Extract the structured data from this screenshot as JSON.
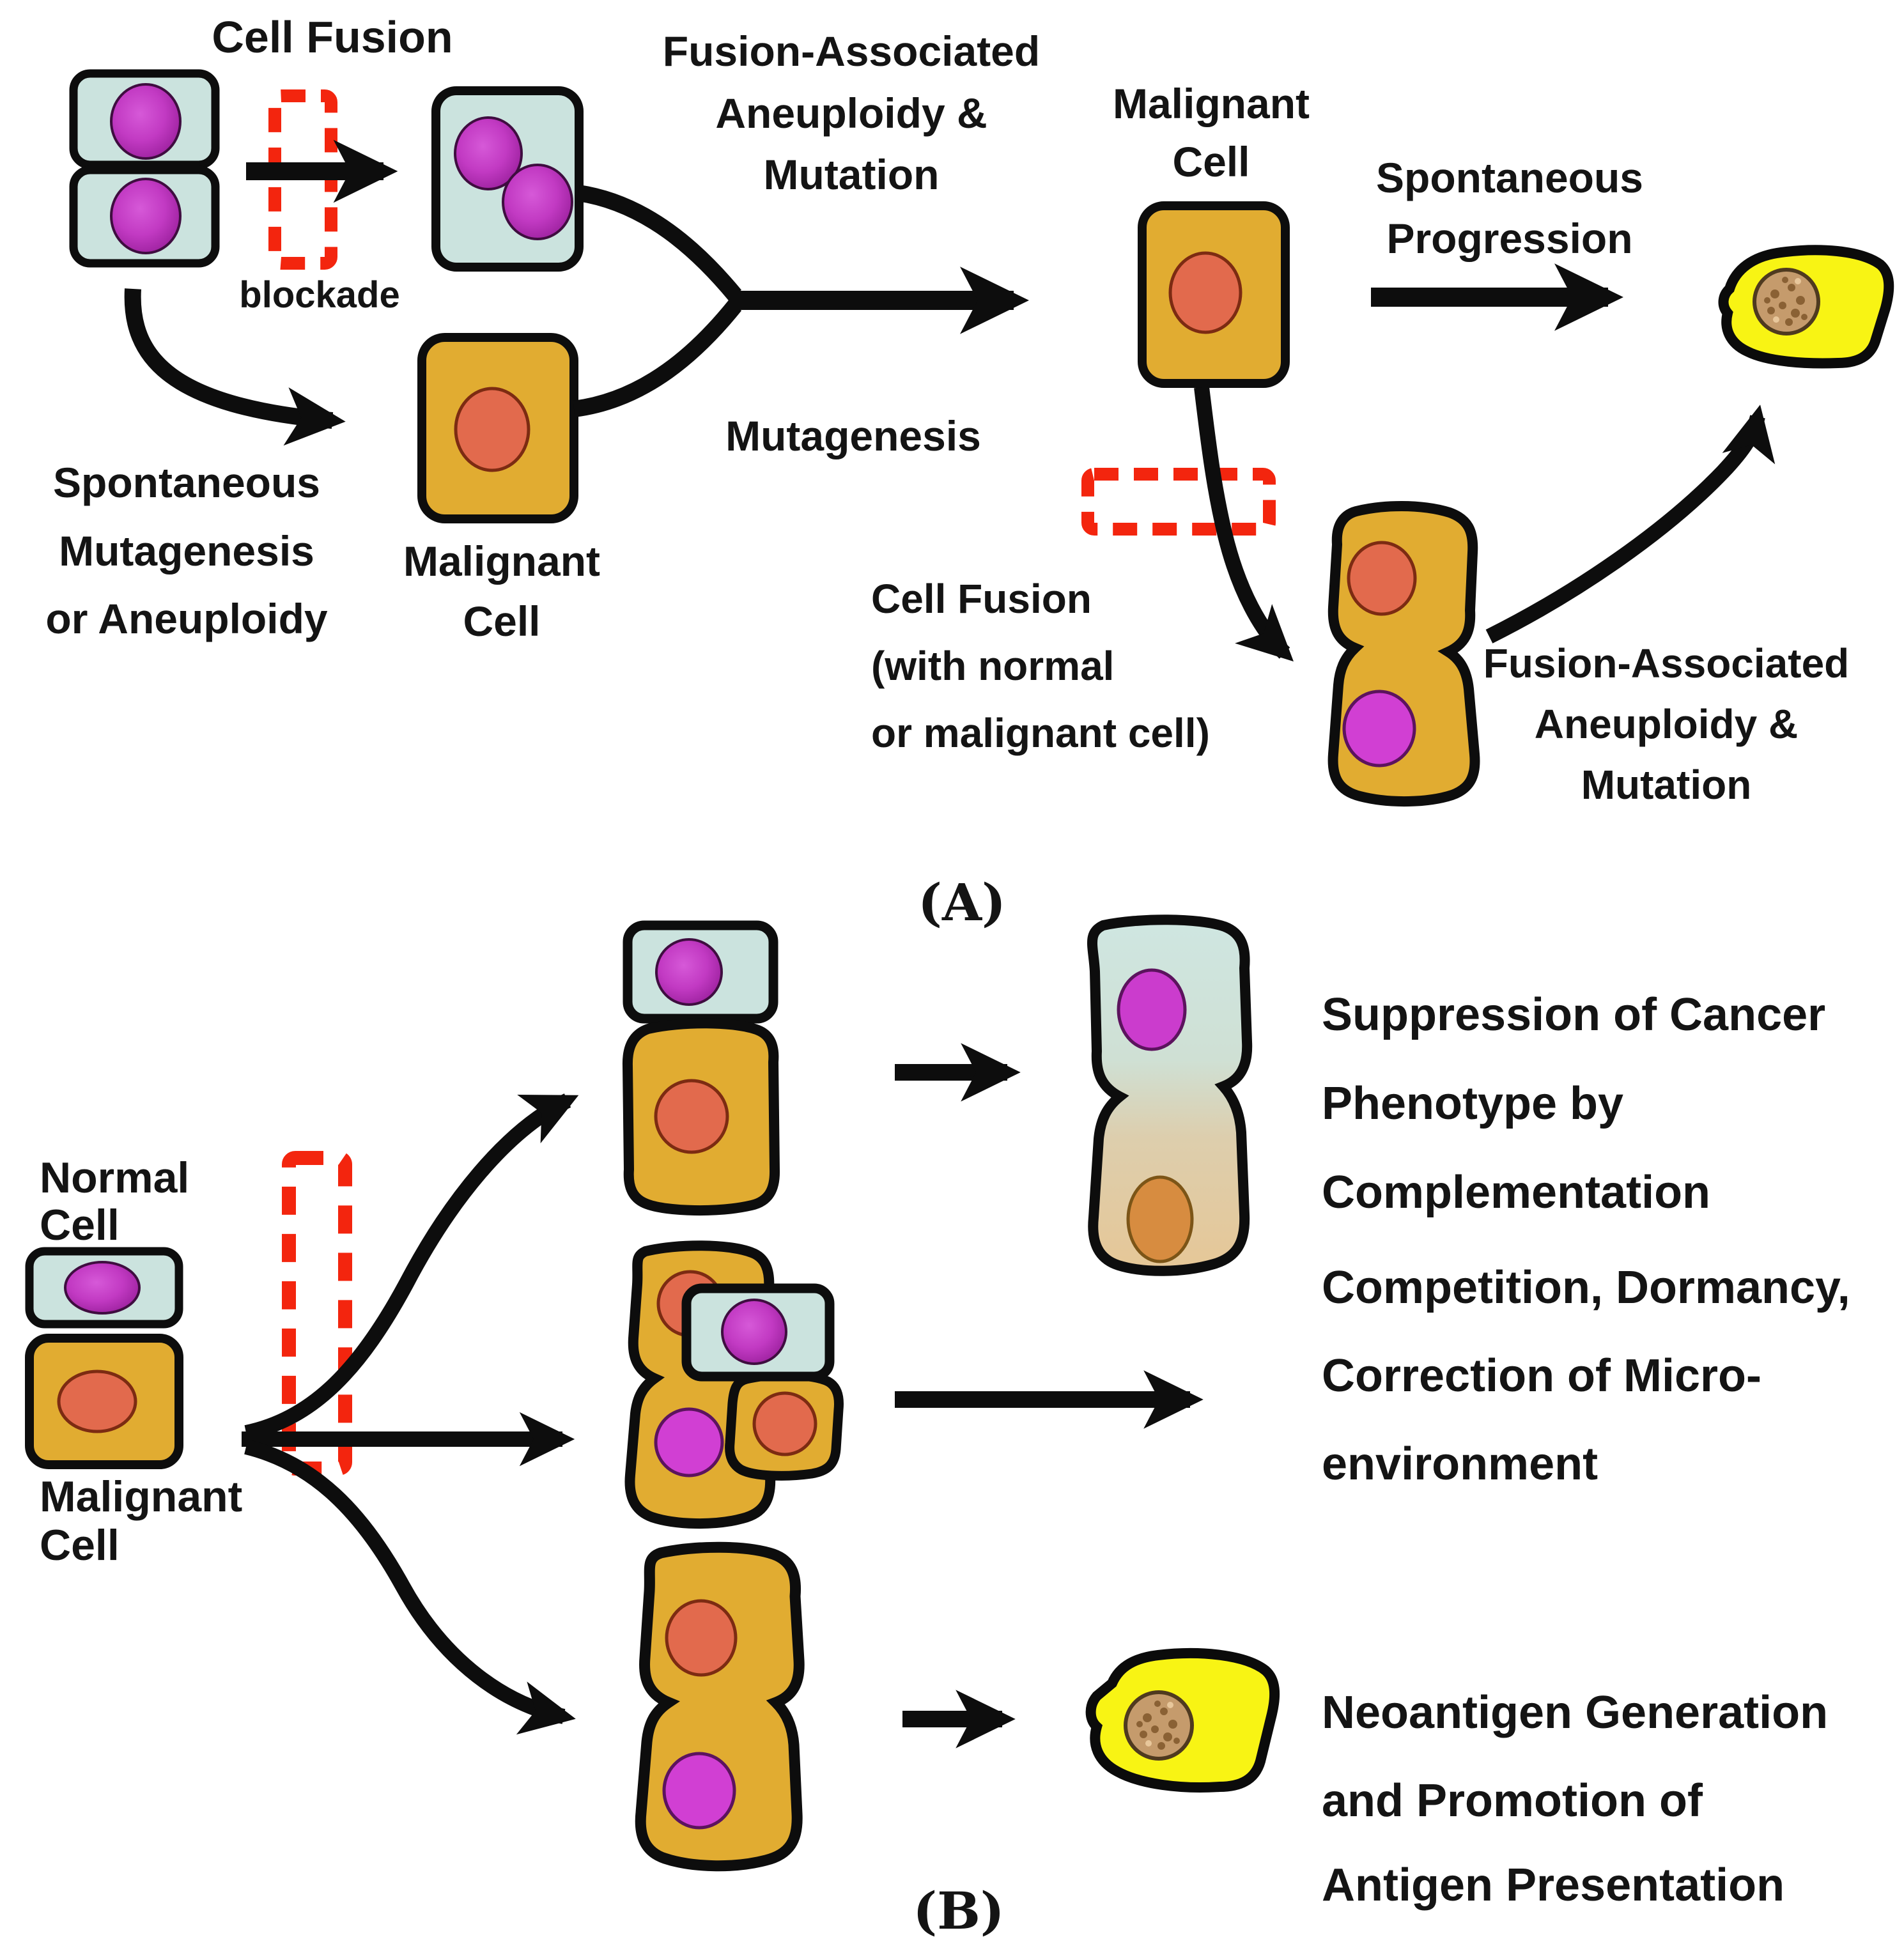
{
  "panel_a": {
    "label": "(A)",
    "cell_fusion_title": "Cell Fusion",
    "blockade_label": "blockade",
    "spontaneous_mutagenesis": [
      "Spontaneous",
      "Mutagenesis",
      "or Aneuploidy"
    ],
    "malignant_cell_caption": [
      "Malignant",
      "Cell"
    ],
    "fusion_associated_top": [
      "Fusion-Associated",
      "Aneuploidy &",
      "Mutation"
    ],
    "mutagenesis_label": "Mutagenesis",
    "malignant_cell_title": [
      "Malignant",
      "Cell"
    ],
    "spontaneous_progression": [
      "Spontaneous",
      "Progression"
    ],
    "cell_fusion_secondary": [
      "Cell Fusion",
      "(with normal",
      "or malignant cell)"
    ],
    "fusion_associated_bottom": [
      "Fusion-Associated",
      "Aneuploidy &",
      "Mutation"
    ]
  },
  "panel_b": {
    "label": "(B)",
    "normal_cell_caption": [
      "Normal",
      "Cell"
    ],
    "malignant_cell_caption": [
      "Malignant",
      "Cell"
    ],
    "outcome_suppression": [
      "Suppression of Cancer",
      "Phenotype by",
      "Complementation"
    ],
    "outcome_competition": [
      "Competition, Dormancy,",
      "Correction of Micro-",
      "environment"
    ],
    "outcome_neoantigen": [
      "Neoantigen Generation",
      "and Promotion of",
      "Antigen Presentation"
    ]
  },
  "colors": {
    "normal_cell_fill": "#cbe3de",
    "malignant_cell_fill": "#e1ac31",
    "normal_nucleus": "#c23ac3",
    "malignant_nucleus": "#e26a4d",
    "hybrid_nucleus": "#d78c40",
    "progressed_cell_fill": "#f8f414",
    "progressed_nucleus": "#c59b6c",
    "blockade_red": "#f3250e",
    "outline_black": "#0d0d0d"
  }
}
